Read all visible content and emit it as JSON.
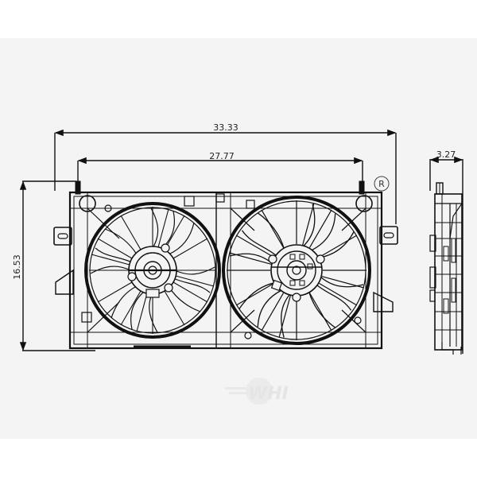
{
  "diagram": {
    "subject": "Dual radiator cooling fan assembly",
    "views": [
      "front-view",
      "side-view"
    ],
    "dimensions": {
      "overall_width": "33.33",
      "inner_width": "27.77",
      "height": "16.53",
      "depth": "3.27"
    },
    "registered_mark": "R",
    "watermark": "WHI",
    "colors": {
      "background_band": "#f4f4f4",
      "page": "#ffffff",
      "line": "#111111",
      "watermark": "#e4e4e4"
    }
  }
}
